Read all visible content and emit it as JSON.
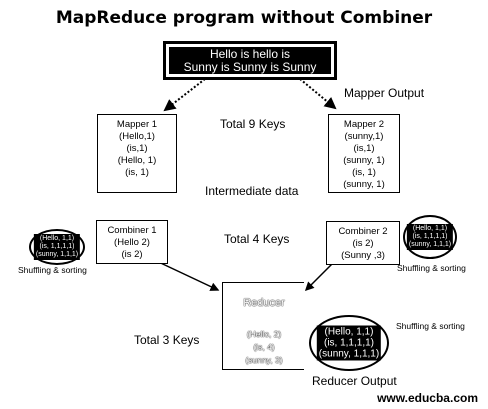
{
  "title": "MapReduce program without Combiner",
  "input": {
    "line1": "Hello is hello is",
    "line2": "Sunny is Sunny is Sunny"
  },
  "mapper_output_label": "Mapper Output",
  "total_9_keys": "Total 9 Keys",
  "intermediate_label": "Intermediate data",
  "mapper1": {
    "title": "Mapper 1",
    "lines": [
      "(Hello,1)",
      "(is,1)",
      "(Hello, 1)",
      "(is, 1)"
    ]
  },
  "mapper2": {
    "title": "Mapper 2",
    "lines": [
      "(sunny,1)",
      "(is,1)",
      "(sunny, 1)",
      "(is, 1)",
      "(sunny, 1)"
    ]
  },
  "total_4_keys": "Total 4 Keys",
  "combiner1": {
    "title": "Combiner 1",
    "lines": [
      "(Hello 2)",
      "(is 2)"
    ]
  },
  "combiner2": {
    "title": "Combiner 2",
    "lines": [
      "(is 2)",
      "(Sunny ,3)"
    ]
  },
  "left_bubble": {
    "lines": [
      "(Hello, 1,1)",
      "(is, 1,1,1,1)",
      "(sunny, 1,1,1)"
    ]
  },
  "right_bubble": {
    "lines": [
      "(Hello, 1,1)",
      "(is, 1,1,1,1)",
      "(sunny, 1,1,1)"
    ]
  },
  "shuffle_left": "Shuffling & sorting",
  "shuffle_right": "Shuffling & sorting",
  "shuffle_bottom": "Shuffling & sorting",
  "total_3_keys": "Total 3 Keys",
  "reducer": {
    "title": "Reducer",
    "lines": [
      "(Hello, 2)",
      "(is, 4)",
      "(sunny, 3)"
    ]
  },
  "reducer_bubble": {
    "lines": [
      "(Hello, 1,1)",
      "(is, 1,1,1,1)",
      "(sunny, 1,1,1)"
    ]
  },
  "reducer_output_label": "Reducer Output",
  "watermark": "www.educba.com"
}
